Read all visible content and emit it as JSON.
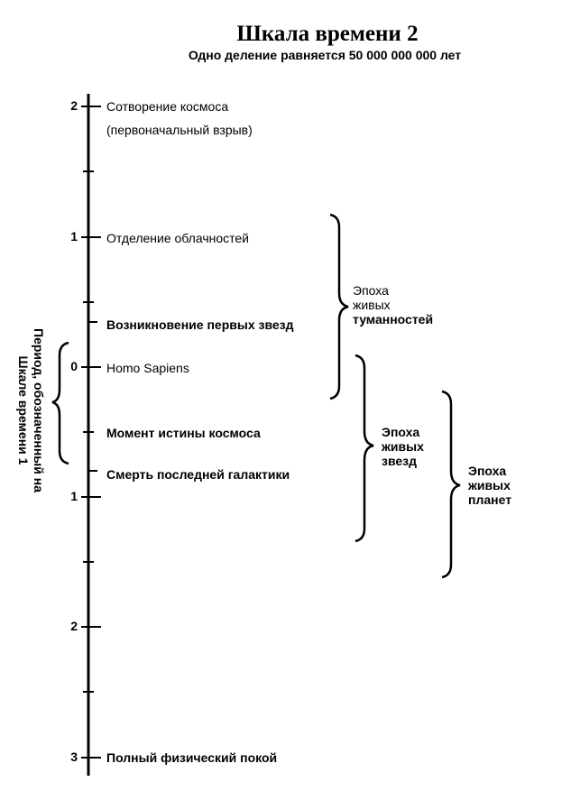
{
  "title": "Шкала времени 2",
  "subtitle": "Одно деление равняется 50 000 000 000 лет",
  "scale_numbers": [
    "2",
    "1",
    "0",
    "1",
    "2",
    "3"
  ],
  "events": [
    {
      "line1": "Сотворение космоса",
      "line2": "(первоначальный взрыв)"
    },
    {
      "line1": "Отделение облачностей"
    },
    {
      "line1": "Возникновение первых звезд"
    },
    {
      "line1": "Homo Sapiens"
    },
    {
      "line1": "Момент истины космоса"
    },
    {
      "line1": "Смерть последней галактики"
    },
    {
      "line1": "Полный физический покой"
    }
  ],
  "epochs": [
    {
      "line1": "Эпоха",
      "line2": "живых",
      "line3": "туманностей"
    },
    {
      "line1": "Эпоха",
      "line2": "живых",
      "line3": "звезд"
    },
    {
      "line1": "Эпоха",
      "line2": "живых",
      "line3": "планет"
    }
  ],
  "side_label": {
    "line1": "Период, обозначенный на",
    "line2": "Шкале времени 1"
  }
}
